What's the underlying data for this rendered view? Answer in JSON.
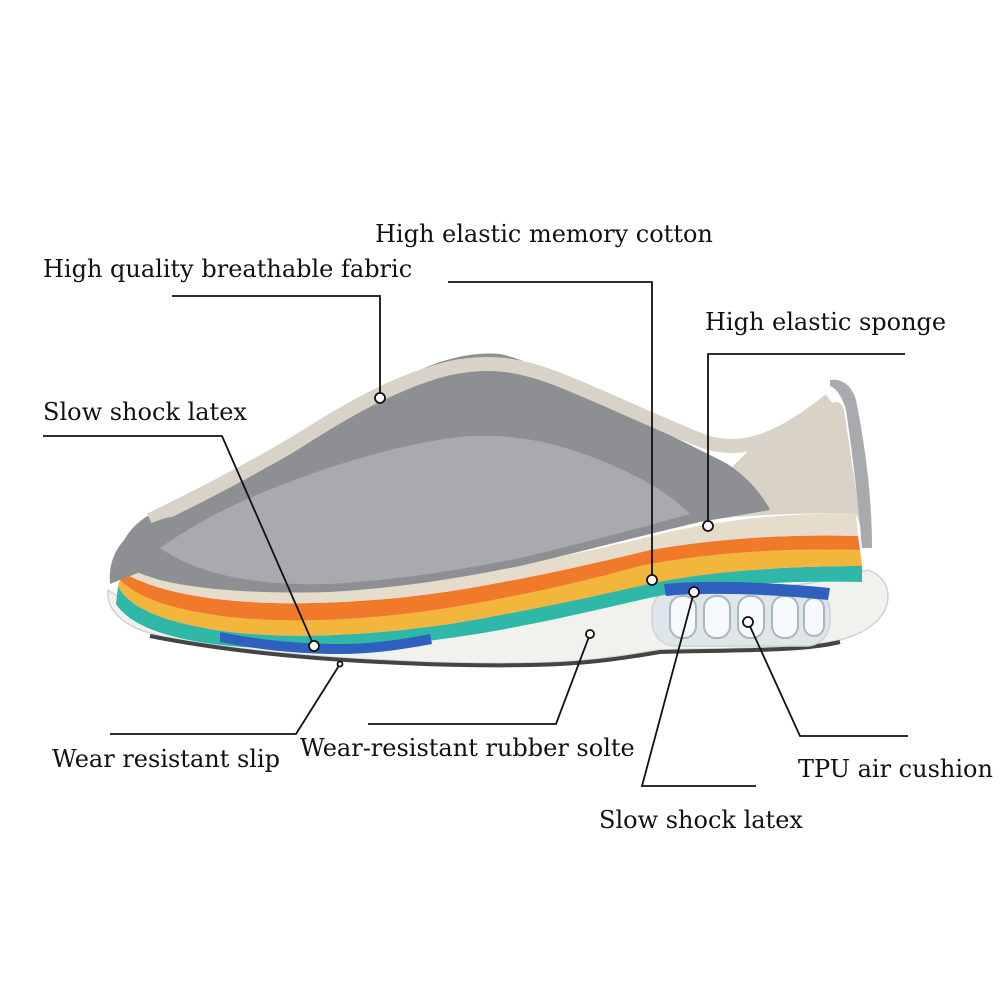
{
  "colors": {
    "fabric": "#8e8f93",
    "fabric_light": "#a9aaae",
    "trim": "#d9d2c6",
    "insole": "#e6dccb",
    "memory_cotton": "#f07a2a",
    "yellow_layer": "#f3b63c",
    "teal_layer": "#2fb7a7",
    "latex_blue": "#2f5fbf",
    "outsole": "#f1f1ee",
    "air_cushion": "#dfe6ea"
  },
  "callouts": [
    {
      "id": "fabric",
      "text": "High quality breathable fabric"
    },
    {
      "id": "memory",
      "text": "High elastic memory cotton"
    },
    {
      "id": "sponge",
      "text": "High elastic sponge"
    },
    {
      "id": "latex_top",
      "text": "Slow shock latex"
    },
    {
      "id": "slip",
      "text": "Wear resistant slip"
    },
    {
      "id": "rubber",
      "text": "Wear-resistant rubber solte"
    },
    {
      "id": "tpu",
      "text": "TPU air cushion"
    },
    {
      "id": "latex_bottom",
      "text": "Slow shock latex"
    }
  ]
}
